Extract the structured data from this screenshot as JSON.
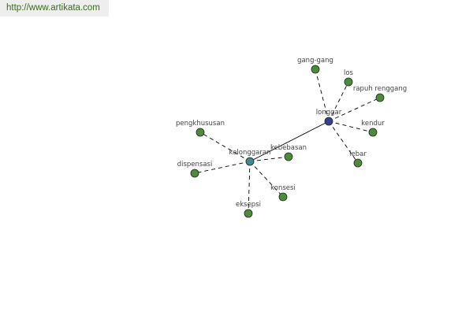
{
  "header": {
    "url": "http://www.artikata.com"
  },
  "colors": {
    "main": "#3a3f8f",
    "secondary": "#3e8a8f",
    "leaf": "#4f8a3c",
    "edge": "#000000"
  },
  "graph": {
    "nodes": [
      {
        "id": "longgar",
        "label": "longgar",
        "kind": "main"
      },
      {
        "id": "kelonggaran",
        "label": "kelonggaran",
        "kind": "secondary"
      },
      {
        "id": "gang-gang",
        "label": "gang-gang",
        "kind": "leaf"
      },
      {
        "id": "los",
        "label": "los",
        "kind": "leaf"
      },
      {
        "id": "rapuh-renggang",
        "label": "rapuh renggang",
        "kind": "leaf"
      },
      {
        "id": "kendur",
        "label": "kendur",
        "kind": "leaf"
      },
      {
        "id": "lebar",
        "label": "lebar",
        "kind": "leaf"
      },
      {
        "id": "pengkhususan",
        "label": "pengkhususan",
        "kind": "leaf"
      },
      {
        "id": "dispensasi",
        "label": "dispensasi",
        "kind": "leaf"
      },
      {
        "id": "kebebasan",
        "label": "kebebasan",
        "kind": "leaf"
      },
      {
        "id": "konsesi",
        "label": "konsesi",
        "kind": "leaf"
      },
      {
        "id": "eksepsi",
        "label": "eksepsi",
        "kind": "leaf"
      }
    ],
    "edges": [
      {
        "from": "longgar",
        "to": "kelonggaran",
        "style": "solid"
      },
      {
        "from": "longgar",
        "to": "gang-gang",
        "style": "dashed"
      },
      {
        "from": "longgar",
        "to": "los",
        "style": "dashed"
      },
      {
        "from": "longgar",
        "to": "rapuh-renggang",
        "style": "dashed"
      },
      {
        "from": "longgar",
        "to": "kendur",
        "style": "dashed"
      },
      {
        "from": "longgar",
        "to": "lebar",
        "style": "dashed"
      },
      {
        "from": "kelonggaran",
        "to": "pengkhususan",
        "style": "dashed"
      },
      {
        "from": "kelonggaran",
        "to": "dispensasi",
        "style": "dashed"
      },
      {
        "from": "kelonggaran",
        "to": "kebebasan",
        "style": "dashed"
      },
      {
        "from": "kelonggaran",
        "to": "konsesi",
        "style": "dashed"
      },
      {
        "from": "kelonggaran",
        "to": "eksepsi",
        "style": "dashed"
      }
    ]
  }
}
